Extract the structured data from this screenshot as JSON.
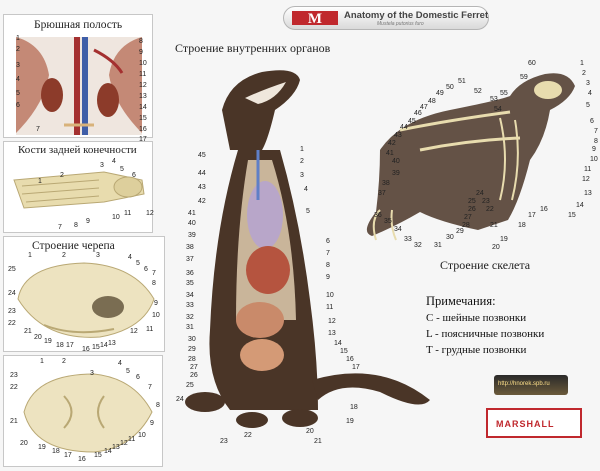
{
  "header": {
    "title": "Anatomy of the Domestic Ferret",
    "subtitle": "Mustela putorius furo",
    "logo_letter": "M"
  },
  "panels": {
    "abdominal": {
      "title": "Брюшная полость",
      "labels": [
        "1",
        "2",
        "3",
        "4",
        "5",
        "6",
        "7",
        "8",
        "9",
        "10",
        "11",
        "12",
        "13",
        "14",
        "15",
        "16",
        "17"
      ]
    },
    "hind_limb": {
      "title": "Кости задней конечности",
      "labels": [
        "1",
        "2",
        "3",
        "4",
        "5",
        "6",
        "7",
        "8",
        "9",
        "10",
        "11",
        "12"
      ]
    },
    "skull": {
      "title": "Строение черепа",
      "labels": [
        "1",
        "2",
        "3",
        "4",
        "5",
        "6",
        "7",
        "8",
        "9",
        "10",
        "11",
        "12",
        "13",
        "14",
        "15",
        "16",
        "17",
        "18",
        "19",
        "20",
        "21",
        "22",
        "23",
        "24",
        "25"
      ]
    },
    "skull_bottom": {
      "labels": [
        "1",
        "2",
        "3",
        "4",
        "5",
        "6",
        "7",
        "8",
        "9",
        "10",
        "11",
        "12",
        "13",
        "14",
        "15",
        "16",
        "17",
        "18",
        "19",
        "20",
        "21",
        "22",
        "23"
      ]
    }
  },
  "internal": {
    "title": "Строение внутренних органов",
    "labels_right": [
      "1",
      "2",
      "3",
      "4",
      "5",
      "6",
      "7",
      "8",
      "9",
      "10",
      "11",
      "12",
      "13",
      "14",
      "15",
      "16",
      "17",
      "18",
      "19",
      "20",
      "21"
    ],
    "labels_left": [
      "45",
      "44",
      "43",
      "42",
      "41",
      "40",
      "39",
      "38",
      "37",
      "36",
      "35",
      "34",
      "33",
      "32",
      "31",
      "30",
      "29",
      "28",
      "27",
      "26",
      "25",
      "24",
      "23",
      "22"
    ]
  },
  "skeleton": {
    "title": "Строение скелета",
    "labels": [
      "60",
      "59",
      "1",
      "2",
      "3",
      "4",
      "5",
      "6",
      "7",
      "8",
      "9",
      "10",
      "11",
      "12",
      "13",
      "14",
      "15",
      "16",
      "17",
      "18",
      "19",
      "20",
      "21",
      "22",
      "23",
      "24",
      "25",
      "26",
      "27",
      "28",
      "29",
      "30",
      "31",
      "32",
      "33",
      "34",
      "35",
      "36",
      "37",
      "38",
      "39",
      "40",
      "41",
      "42",
      "43",
      "44",
      "45",
      "46",
      "47",
      "48",
      "49",
      "50",
      "51",
      "52",
      "53",
      "54",
      "55",
      "56",
      "57",
      "58"
    ]
  },
  "notes": {
    "title": "Примечания:",
    "items": [
      "C - шейные позвонки",
      "L - поясничные позвонки",
      "T - грудные позвонки"
    ]
  },
  "footer": {
    "url": "http://hnorek.spb.ru",
    "brand": "MARSHALL"
  },
  "colors": {
    "fur_dark": "#4a3527",
    "fur_light": "#c9b59a",
    "bone": "#e8dcae",
    "organ_purple": "#b8a6c9",
    "organ_red": "#b5543f",
    "logo_red": "#c0282d"
  }
}
